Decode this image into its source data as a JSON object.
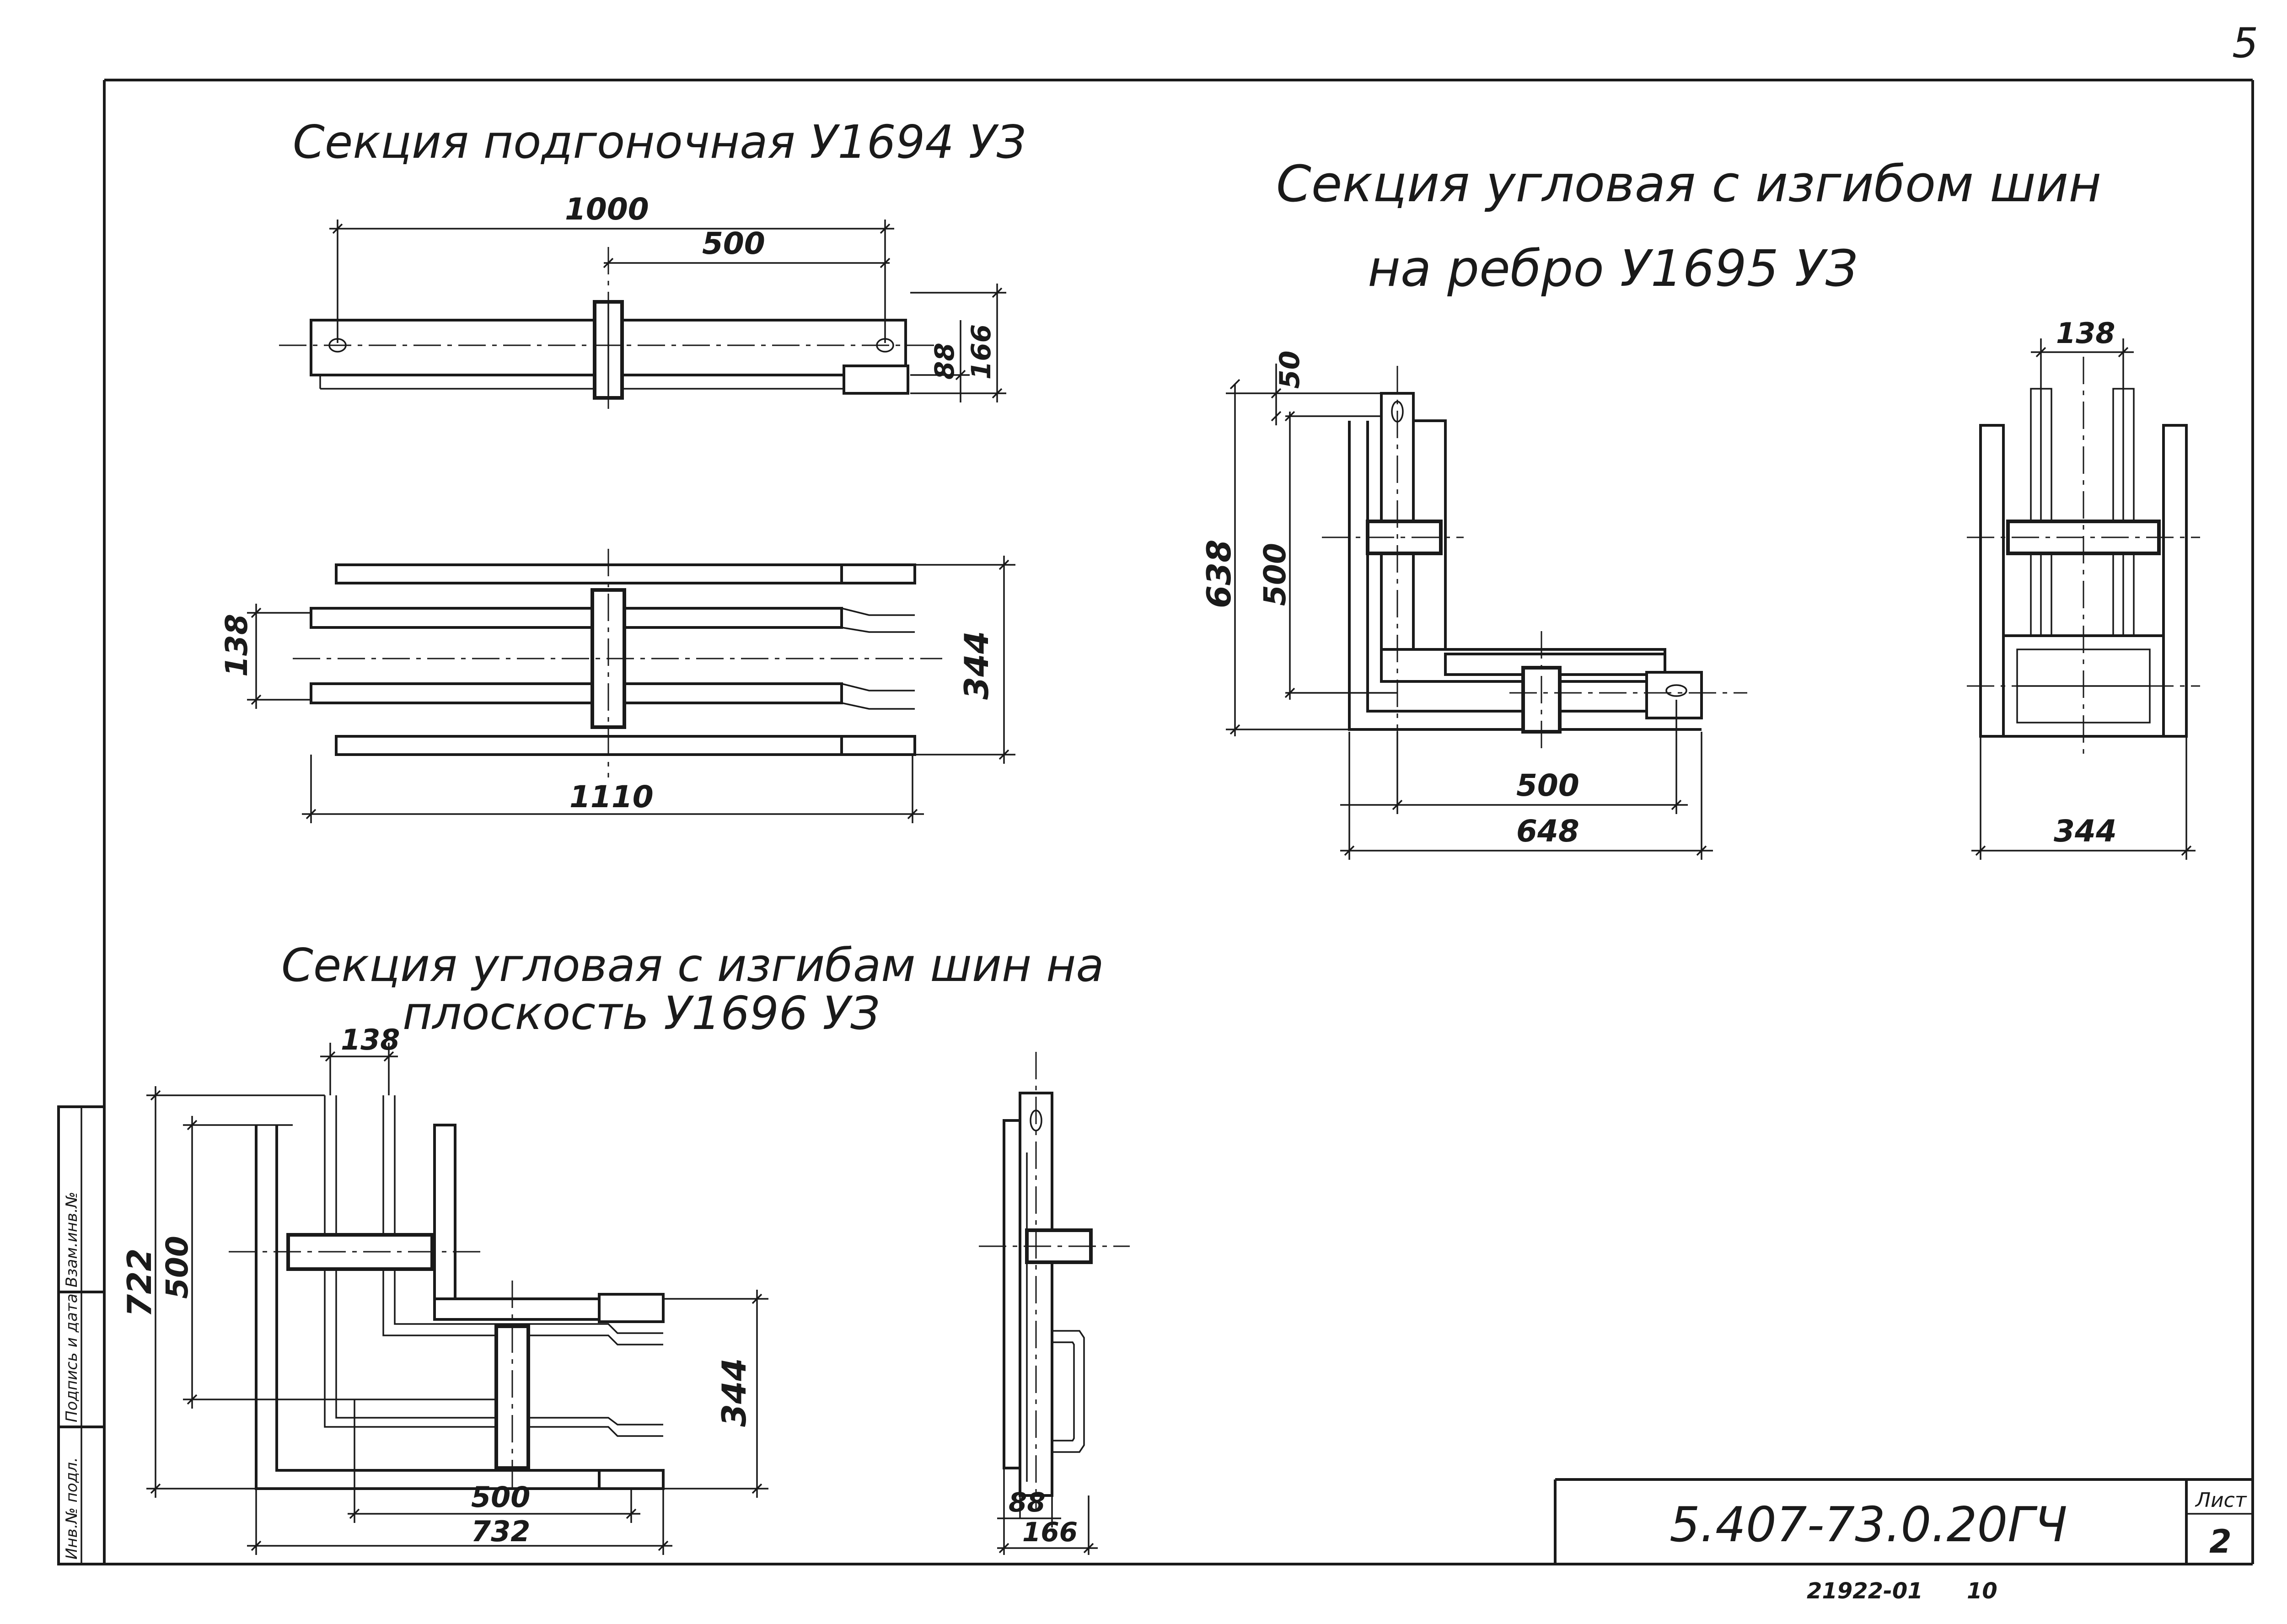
{
  "page_number": "5",
  "titles": {
    "section_fitting": "Секция подгоночная У1694 УЗ",
    "section_edge_line1": "Секция угловая с изгибом шин",
    "section_edge_line2": "на ребро У1695 УЗ",
    "section_flat_line1": "Секция угловая с изгибам шин на",
    "section_flat_line2": "плоскость У1696 УЗ"
  },
  "dims": {
    "fit_top_1000": "1000",
    "fit_top_500": "500",
    "fit_top_88": "88",
    "fit_top_166": "166",
    "fit_plan_138": "138",
    "fit_plan_344": "344",
    "fit_plan_1110": "1110",
    "edge_50": "50",
    "edge_638": "638",
    "edge_500_v": "500",
    "edge_500_h": "500",
    "edge_648": "648",
    "edge_side_138": "138",
    "edge_side_344": "344",
    "flat_138": "138",
    "flat_722": "722",
    "flat_500_v": "500",
    "flat_344": "344",
    "flat_500_h": "500",
    "flat_732": "732",
    "flat_side_88": "88",
    "flat_side_166": "166"
  },
  "side_stamp": {
    "col1": "Инв.№ подл.",
    "col2": "Подпись и дата",
    "col3": "Взам.инв.№"
  },
  "title_block": {
    "doc_code": "5.407-73.0.20ГЧ",
    "sheet_label": "Лист",
    "sheet_number": "2"
  },
  "footer": {
    "order_number": "21922-01",
    "copy_number": "10"
  }
}
